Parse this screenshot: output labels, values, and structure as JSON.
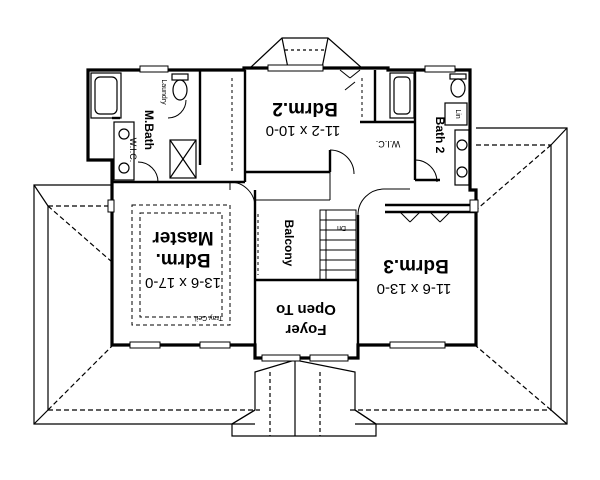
{
  "plan": {
    "rooms": {
      "bedroom2": {
        "name": "Bdrm.2",
        "size": "11-2 x 10-0"
      },
      "master": {
        "name_line1": "Master",
        "name_line2": "Bdrm.",
        "size": "13-6 x 17-0",
        "ceiling": "Tray Ceil."
      },
      "bedroom3": {
        "name": "Bdrm.3",
        "size": "11-6 x 13-0"
      },
      "foyer": {
        "line1": "Open To",
        "line2": "Foyer"
      },
      "balcony": {
        "name": "Balcony"
      },
      "mbath": {
        "name": "M.Bath",
        "closet": "W.I.C."
      },
      "bath2": {
        "name": "Bath 2",
        "linen": "Lin"
      },
      "wic": {
        "name": "W.I.C."
      },
      "laundry": {
        "name": "Laundry"
      },
      "stair": {
        "mark": "Dn"
      }
    },
    "colors": {
      "line": "#000000",
      "background": "#ffffff"
    }
  }
}
